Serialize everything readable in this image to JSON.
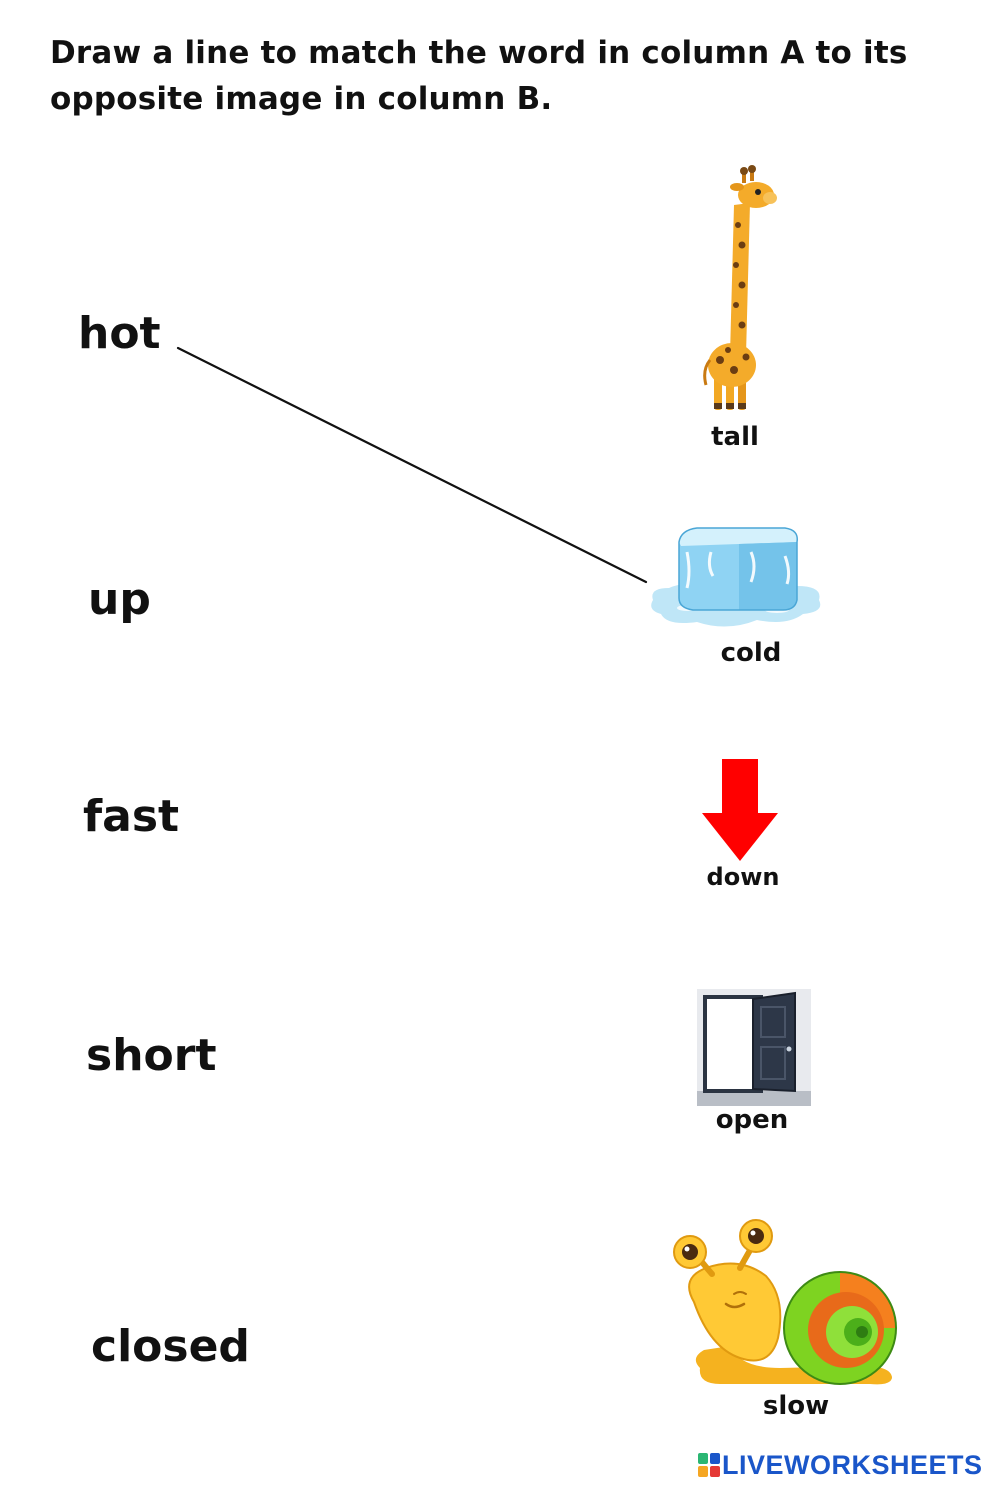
{
  "instructions": "Draw a line to match the word in column A to its opposite image in column B.",
  "column_a": [
    "hot",
    "up",
    "fast",
    "short",
    "closed"
  ],
  "column_b": [
    {
      "caption": "tall",
      "icon": "giraffe-icon"
    },
    {
      "caption": "cold",
      "icon": "ice-cube-icon"
    },
    {
      "caption": "down",
      "icon": "down-arrow-icon"
    },
    {
      "caption": "open",
      "icon": "open-door-icon"
    },
    {
      "caption": "slow",
      "icon": "snail-icon"
    }
  ],
  "drawn_match": {
    "from": "hot",
    "to": "cold"
  },
  "branding": "LIVEWORKSHEETS",
  "colors": {
    "arrow": "#ff0000",
    "logo": "#1a56c9",
    "line": "#111111"
  }
}
